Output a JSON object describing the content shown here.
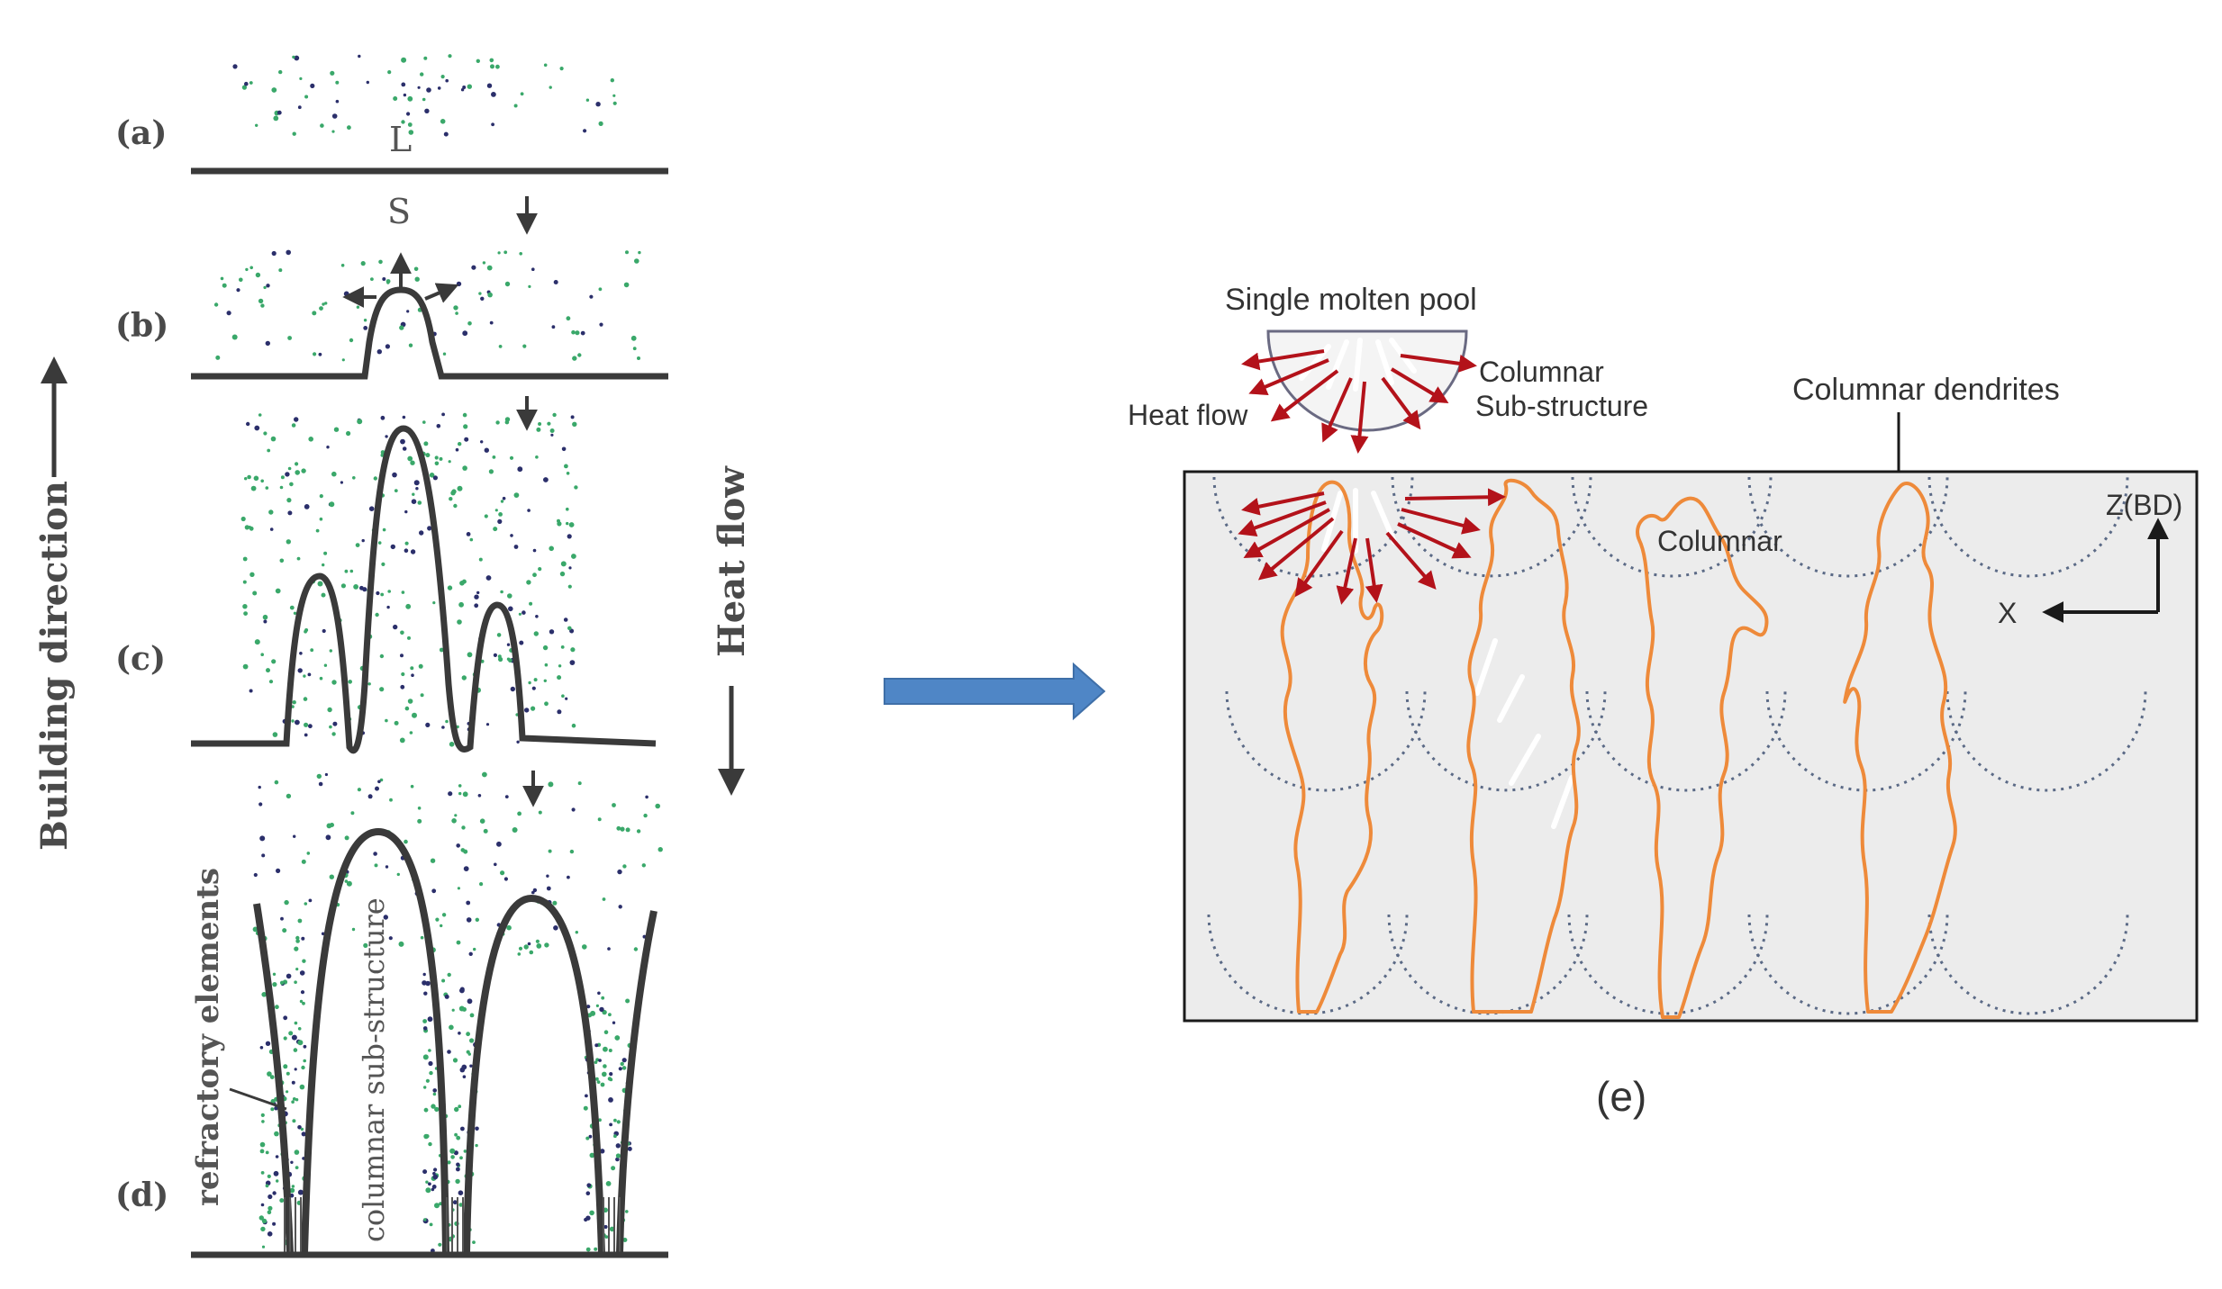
{
  "left_panel": {
    "labels": {
      "a": "(a)",
      "b": "(b)",
      "c": "(c)",
      "d": "(d)",
      "liquid": "L",
      "solid": "S"
    },
    "building_direction": "Building direction",
    "heat_flow": "Heat flow",
    "refractory_elements": "refractory elements",
    "columnar_sub_structure": "columnar sub-structure"
  },
  "right_panel": {
    "single_molten_pool": "Single molten pool",
    "columnar": "Columnar",
    "sub_structure": "Sub-structure",
    "heat_flow": "Heat flow",
    "columnar_dendrites": "Columnar dendrites",
    "columnar_inside": "Columnar",
    "axis_z": "Z(BD)",
    "axis_x": "X",
    "panel_label": "(e)"
  },
  "colors": {
    "profile_stroke": "#3a3a3a",
    "dot_green": "#3aa86a",
    "dot_navy": "#2b2f6b",
    "dendrite_orange": "#ee8a3a",
    "heat_arrow_red": "#b3121a",
    "pool_dotted": "#5b6a86",
    "block_fill": "#ececec",
    "transition_arrow": "#4f86c6"
  }
}
